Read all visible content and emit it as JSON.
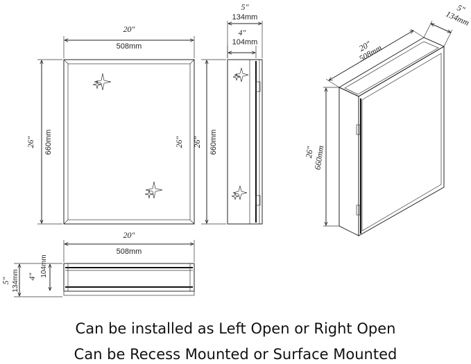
{
  "front_view": {
    "width_in": "20″",
    "width_mm": "508mm",
    "height_in": "26″",
    "height_mm": "660mm",
    "inner_height_in": "26″"
  },
  "side_view": {
    "depth_in": "5″",
    "depth_mm": "134mm",
    "inner_depth_in": "4″",
    "inner_depth_mm": "104mm",
    "height_in": "26″",
    "height_mm": "660mm"
  },
  "top_view": {
    "width_in": "20″",
    "width_mm": "508mm",
    "depth_in": "5″",
    "depth_mm": "134mm",
    "inner_depth_in": "4″",
    "inner_depth_mm": "104mm"
  },
  "iso_view": {
    "width_in": "20″",
    "width_mm": "508mm",
    "depth_in": "5″",
    "depth_mm": "134mm",
    "height_in": "26″",
    "height_mm": "660mm"
  },
  "captions": {
    "line1": "Can be installed as Left Open or Right Open",
    "line2": "Can be Recess Mounted or Surface Mounted"
  }
}
